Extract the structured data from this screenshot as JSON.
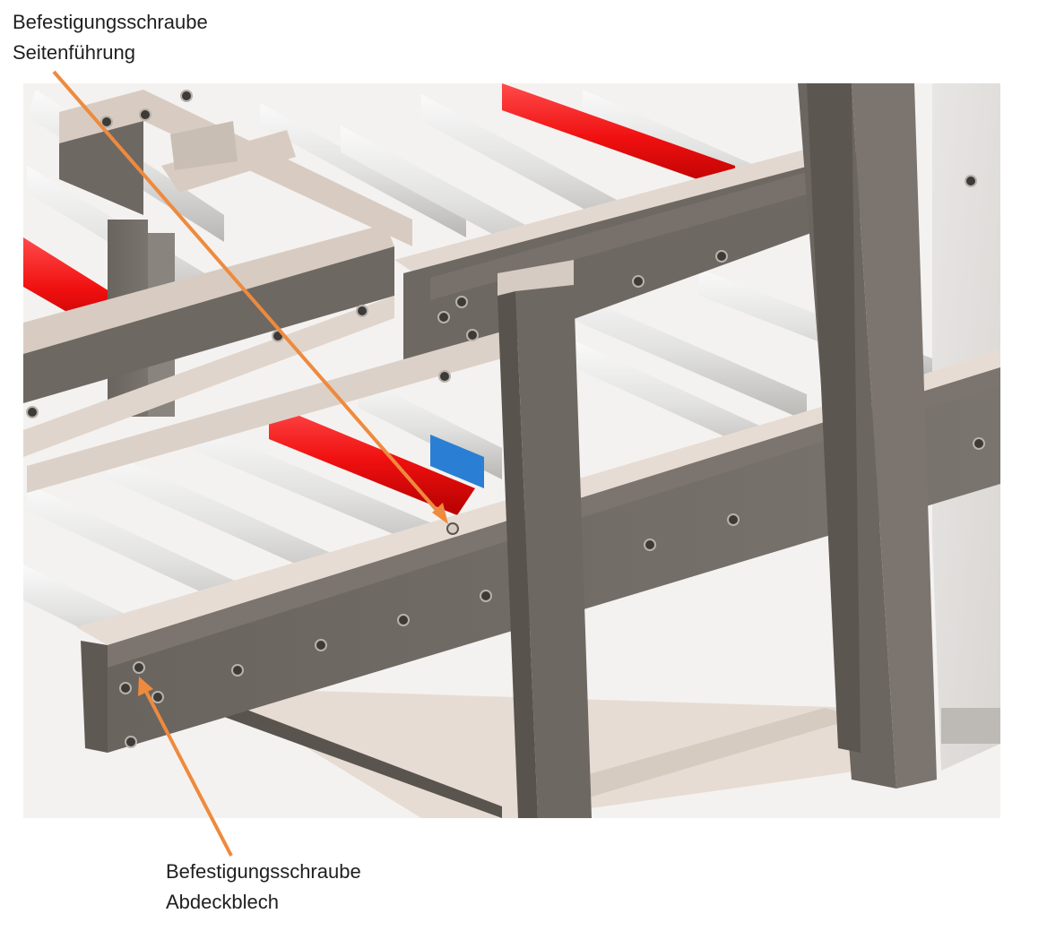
{
  "callouts": {
    "top": {
      "line1": "Befestigungsschraube",
      "line2": "Seitenführung"
    },
    "bottom": {
      "line1": "Befestigungsschraube",
      "line2": "Abdeckblech"
    }
  },
  "colors": {
    "arrow": "#ee8a3e",
    "frame_dark": "#6e6862",
    "frame_light": "#d8ccc2",
    "roller": "#ebebea",
    "roller_highlight": "#ff1a1a",
    "part_blue": "#2a7fd4",
    "background": "#ffffff"
  }
}
